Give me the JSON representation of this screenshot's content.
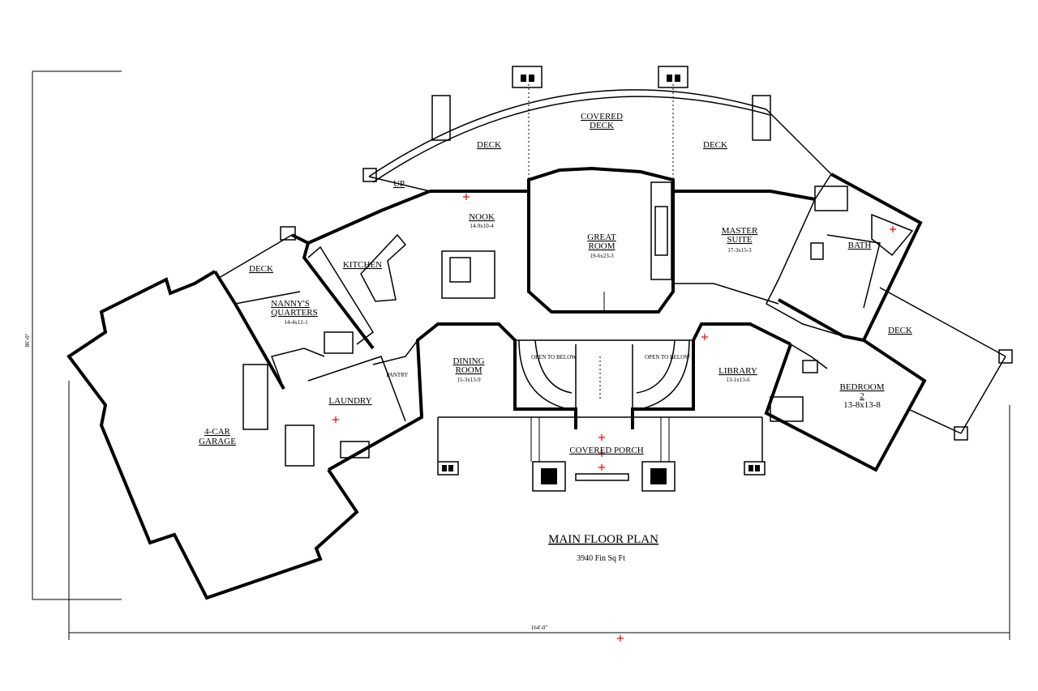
{
  "title": "MAIN FLOOR PLAN",
  "subtitle": "3940 Fin Sq Ft",
  "overall_width": "164'-0\"",
  "overall_depth": "86'-0\"",
  "rooms": {
    "deck_left": "DECK",
    "covered_deck_1": "COVERED",
    "covered_deck_2": "DECK",
    "deck_right": "DECK",
    "up": "UP",
    "nook": "NOOK",
    "nook_size": "14-9x10-4",
    "great_room_1": "GREAT",
    "great_room_2": "ROOM",
    "great_room_size": "19-6x23-3",
    "master_1": "MASTER",
    "master_2": "SUITE",
    "master_size": "17-3x15-3",
    "bath": "BATH",
    "kitchen": "KITCHEN",
    "deck_small": "DECK",
    "nanny_1": "NANNY'S",
    "nanny_2": "QUARTERS",
    "nanny_size": "14-4x12-1",
    "deck_east": "DECK",
    "dining_1": "DINING",
    "dining_2": "ROOM",
    "dining_size": "15-3x13-9",
    "library": "LIBRARY",
    "library_size": "13-1x13-6",
    "bedroom_1": "BEDROOM",
    "bedroom_2": "2",
    "bedroom_size": "13-8x13-8",
    "pantry": "PANTRY",
    "laundry": "LAUNDRY",
    "garage_1": "4-CAR",
    "garage_2": "GARAGE",
    "covered_porch": "COVERED PORCH",
    "open_below_1": "OPEN TO BELOW",
    "open_below_2": "OPEN TO BELOW"
  }
}
